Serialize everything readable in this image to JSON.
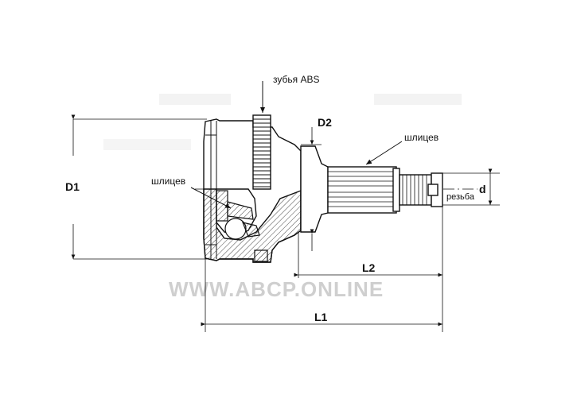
{
  "labels": {
    "abs_teeth": "зубья ABS",
    "d2": "D2",
    "d1": "D1",
    "d": "d",
    "splines_outer": "шлицев",
    "splines_inner": "шлицев",
    "thread": "резьба",
    "l1": "L1",
    "l2": "L2"
  },
  "watermark": "WWW.ABCP.ONLINE",
  "colors": {
    "line": "#111111",
    "watermark": "#cfcfcf",
    "hatch": "#444444"
  }
}
